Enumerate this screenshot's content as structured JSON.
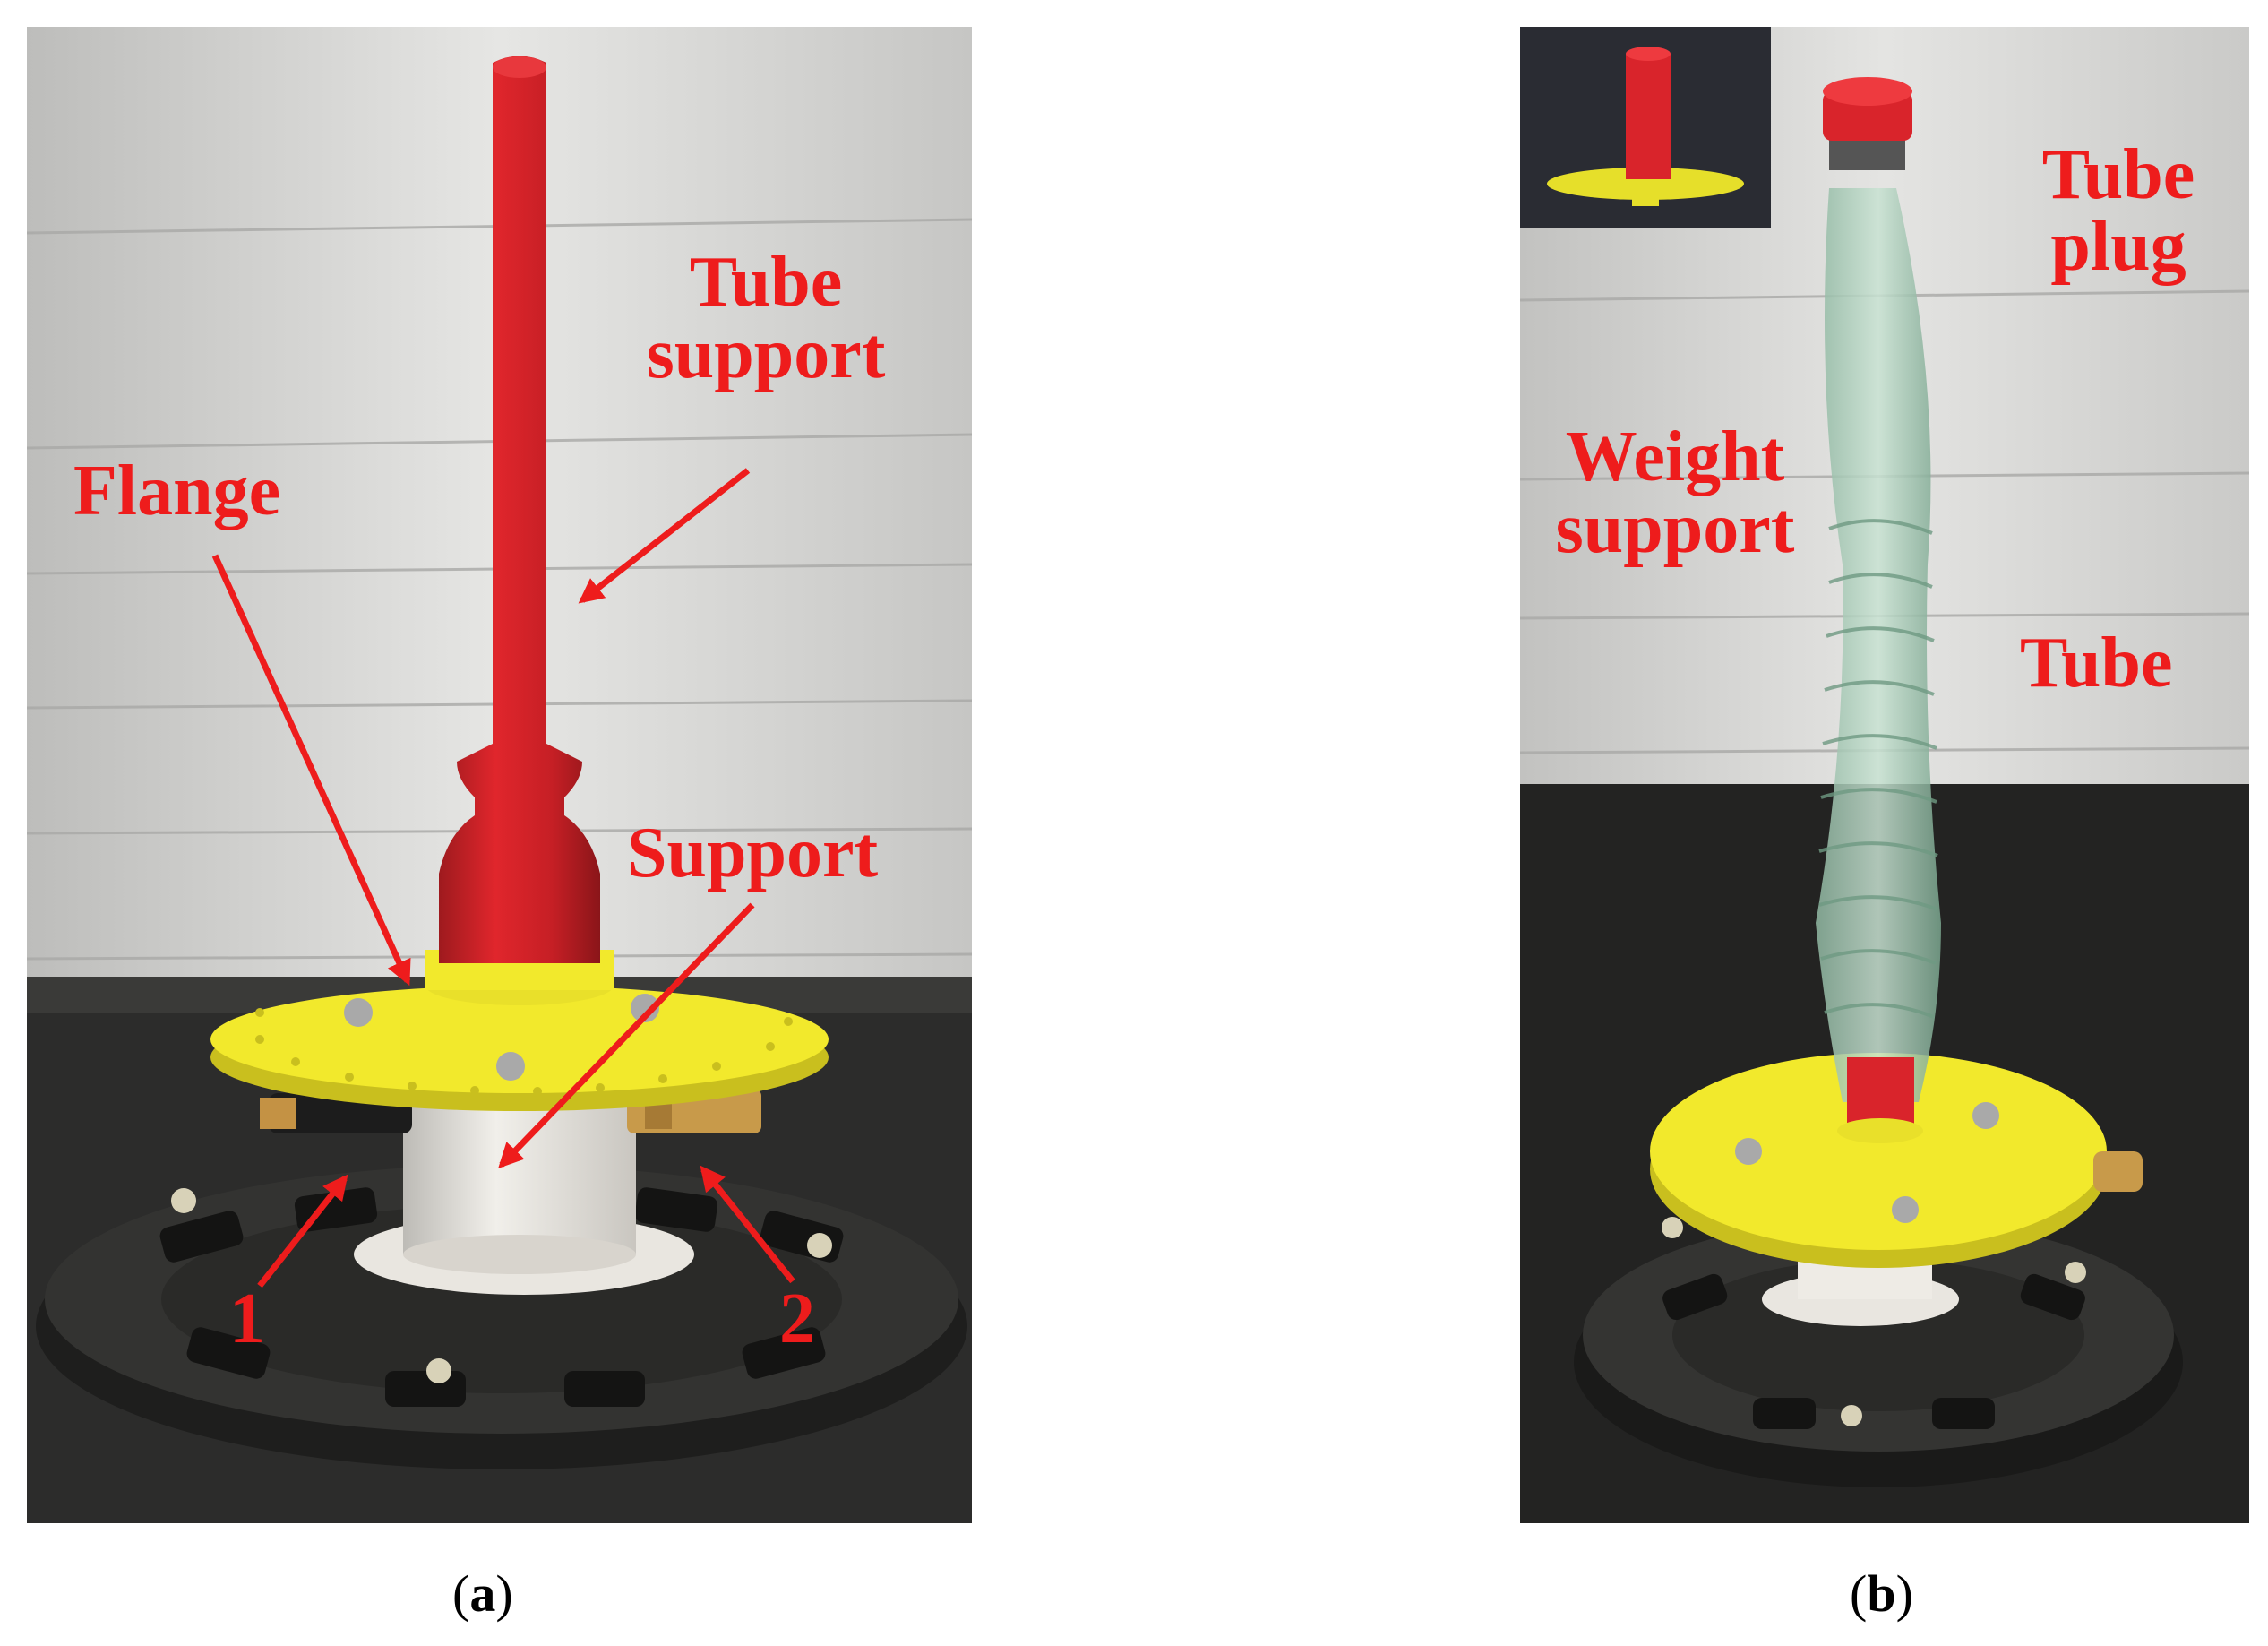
{
  "panel_a": {
    "labels": {
      "tube_support_1": "Tube",
      "tube_support_2": "support",
      "flange": "Flange",
      "support": "Support",
      "num_1": "1",
      "num_2": "2"
    },
    "caption_letter": "a"
  },
  "panel_b": {
    "labels": {
      "tube_plug_1": "Tube",
      "tube_plug_2": "plug",
      "weight_support_1": "Weight",
      "weight_support_2": "support",
      "tube": "Tube"
    },
    "caption_letter": "b"
  },
  "colors": {
    "annotation": "#ee1c1c",
    "tube_red": "#d9242b",
    "flange_yellow": "#f2e92c",
    "carbon_base": "#2b2b2a",
    "wall_grey": "#cfcfcd"
  }
}
